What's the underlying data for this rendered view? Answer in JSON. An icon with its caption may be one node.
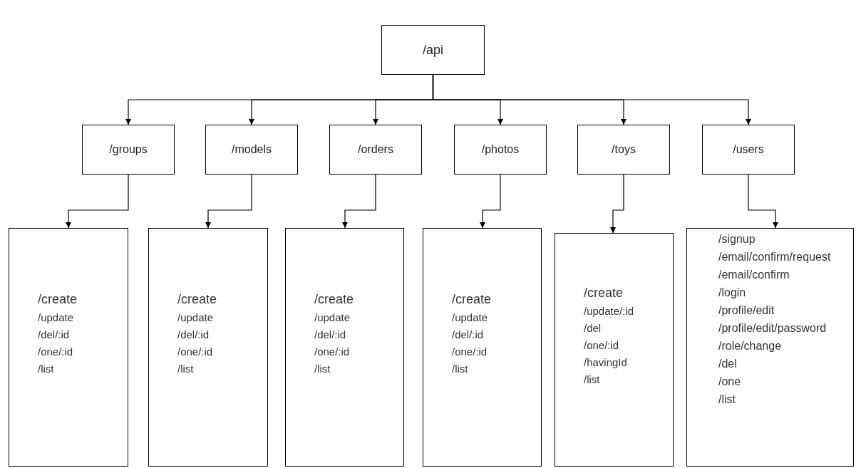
{
  "diagram": {
    "nodes": [
      {
        "text": [
          "/api"
        ]
      },
      {
        "text": [
          "/groups"
        ]
      },
      {
        "text": [
          "/models"
        ]
      },
      {
        "text": [
          "/orders"
        ]
      },
      {
        "text": [
          "/photos"
        ]
      },
      {
        "text": [
          "/toys"
        ]
      },
      {
        "text": [
          "/users"
        ]
      },
      {
        "text": [
          "/create",
          "/update",
          "/del/:id",
          "/one/:id",
          "/list"
        ]
      },
      {
        "text": [
          "/create",
          "/update",
          "/del/:id",
          "/one/:id",
          "/list"
        ]
      },
      {
        "text": [
          "/create",
          "/update",
          "/del/:id",
          "/one/:id",
          "/list"
        ]
      },
      {
        "text": [
          "/create",
          "/update",
          "/del/:id",
          "/one/:id",
          "/list"
        ]
      },
      {
        "text": [
          "/create",
          "/update/:id",
          "/del",
          "/one/:id",
          "/havingId",
          "/list"
        ]
      },
      {
        "text": [
          "/signup",
          "/email/confirm/request",
          "/email/confirm",
          "/login",
          "/profile/edit",
          "/profile/edit/password",
          "/role/change",
          "/del",
          "/one",
          "/list"
        ]
      }
    ],
    "edges": [
      {
        "from": 0,
        "to": 1,
        "arrow": "to"
      },
      {
        "from": 0,
        "to": 2,
        "arrow": "to"
      },
      {
        "from": 0,
        "to": 3,
        "arrow": "to"
      },
      {
        "from": 0,
        "to": 4,
        "arrow": "to"
      },
      {
        "from": 0,
        "to": 5,
        "arrow": "to"
      },
      {
        "from": 0,
        "to": 6,
        "arrow": "to"
      },
      {
        "from": 1,
        "to": 7,
        "arrow": "to"
      },
      {
        "from": 2,
        "to": 8,
        "arrow": "to"
      },
      {
        "from": 3,
        "to": 9,
        "arrow": "to"
      },
      {
        "from": 4,
        "to": 10,
        "arrow": "to"
      },
      {
        "from": 5,
        "to": 11,
        "arrow": "to"
      },
      {
        "from": 6,
        "to": 12,
        "arrow": "to"
      }
    ]
  }
}
